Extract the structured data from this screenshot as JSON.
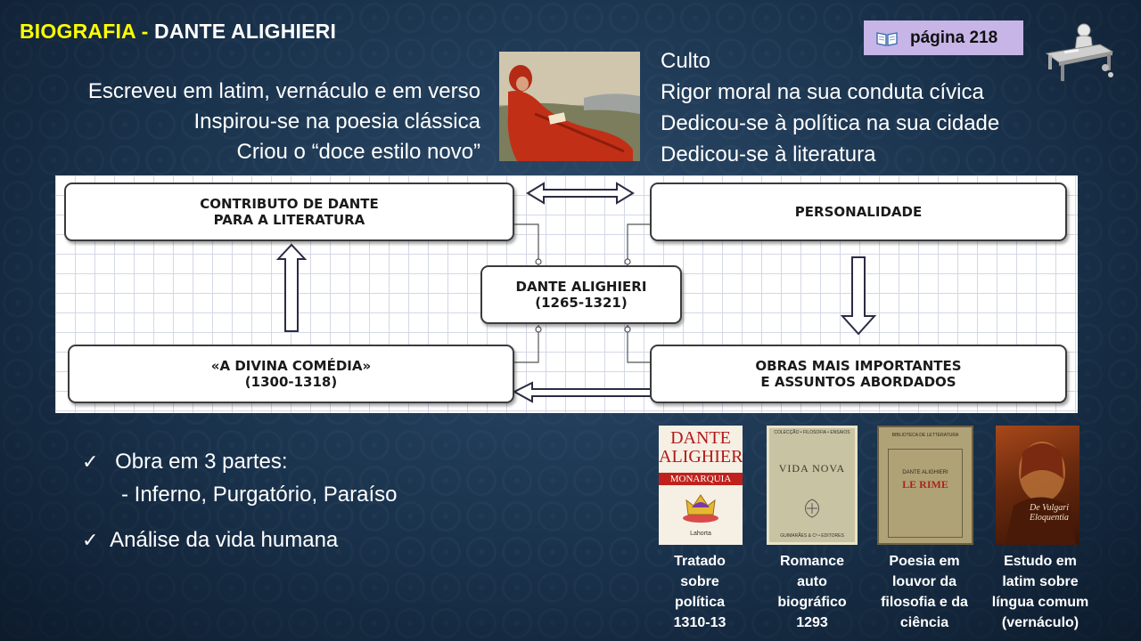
{
  "header": {
    "title_a": "BIOGRAFIA - ",
    "title_b": "DANTE ALIGHIERI",
    "page_badge": "página 218"
  },
  "left_traits": [
    "Escreveu em latim, vernáculo e em verso",
    "Inspirou-se na poesia clássica",
    "Criou o “doce estilo novo”"
  ],
  "right_traits": [
    "Culto",
    "Rigor moral na sua conduta cívica",
    "Dedicou-se à política na sua cidade",
    "Dedicou-se à literatura"
  ],
  "diagram": {
    "contributo": "CONTRIBUTO DE DANTE\nPARA A LITERATURA",
    "personalidade": "PERSONALIDADE",
    "center": "DANTE ALIGHIERI\n(1265-1321)",
    "comedia": "«A DIVINA COMÉDIA»\n(1300-1318)",
    "obras": "OBRAS MAIS IMPORTANTES\nE ASSUNTOS ABORDADOS"
  },
  "bullets": {
    "item1": "Obra em 3 partes:",
    "item1_sub": "- Inferno, Purgatório, Paraíso",
    "item2": "Análise da vida humana",
    "check": "✓"
  },
  "books": [
    {
      "cover_line1": "DANTE",
      "cover_line2": "ALIGHIERI",
      "cover_band": "MONARQUIA",
      "cover_publisher": "Lahorta",
      "caption": "Tratado\nsobre\npolítica\n1310-13"
    },
    {
      "cover_top": "COLECÇÃO • FILOSOFIA • ENSAIOS",
      "cover_title": "VIDA NOVA",
      "cover_publisher": "GUIMARÃES & Cª • EDITORES",
      "caption": "Romance\nauto\nbiográfico\n1293"
    },
    {
      "cover_top": "BIBLIOTECA DE LETTERATURA",
      "cover_author": "DANTE ALIGHIERI",
      "cover_title": "LE RIME",
      "caption": "Poesia em\nlouvor da\nfilosofia e da\nciência"
    },
    {
      "cover_title_1": "De Vulgari",
      "cover_title_2": "Eloquentia",
      "caption": "Estudo em\nlatim sobre\nlíngua comum\n(vernáculo)"
    }
  ],
  "colors": {
    "title_accent": "#ffff00",
    "badge_bg": "#c6b5e6",
    "background": "#1b3550"
  }
}
